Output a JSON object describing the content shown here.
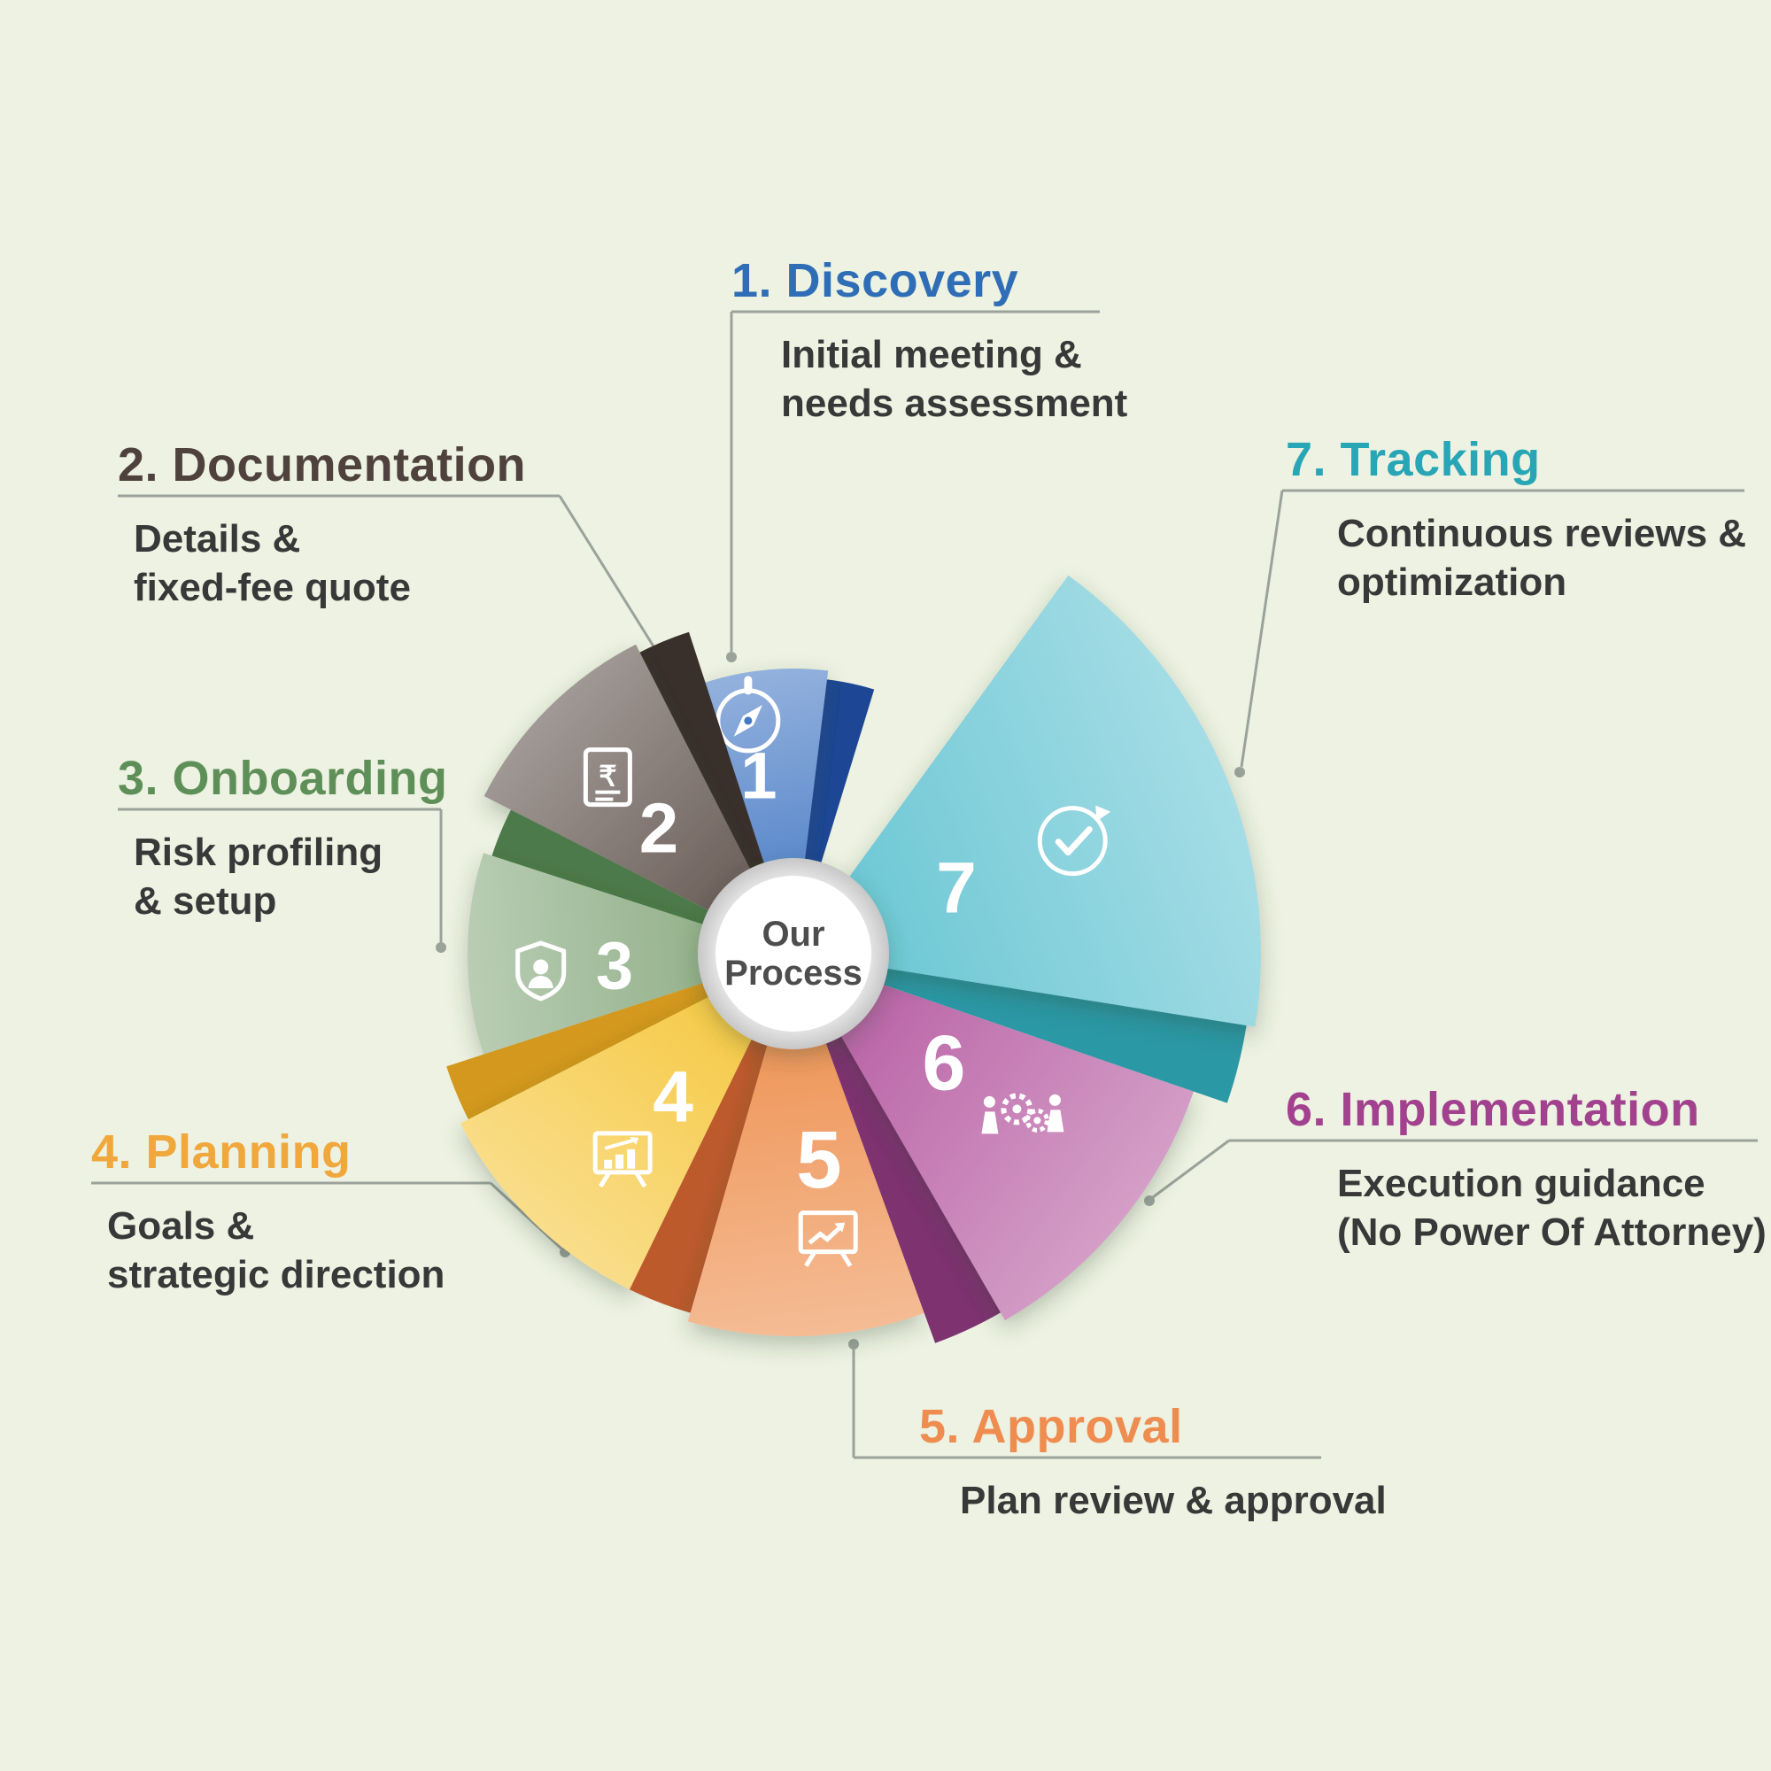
{
  "background_color": "#edf2e2",
  "connector_color": "#9aa29a",
  "center": {
    "line1": "Our",
    "line2": "Process",
    "text_color": "#4d4d4d"
  },
  "steps": [
    {
      "number": "1",
      "heading": "1. Discovery",
      "heading_color": "#2f6eb6",
      "description": "Initial meeting &\nneeds assessment",
      "petal_color": "#4479c4",
      "fold_color": "#1d4795",
      "icon": "compass-icon"
    },
    {
      "number": "2",
      "heading": "2. Documentation",
      "heading_color": "#4f423d",
      "description": "Details &\nfixed-fee quote",
      "petal_color": "#5d4f49",
      "fold_color": "#3a302b",
      "icon": "rupee-invoice-icon"
    },
    {
      "number": "3",
      "heading": "3. Onboarding",
      "heading_color": "#5f8f58",
      "description": "Risk profiling\n& setup",
      "petal_color": "#87a87d",
      "fold_color": "#4d7a4a",
      "icon": "shield-user-icon"
    },
    {
      "number": "4",
      "heading": "4. Planning",
      "heading_color": "#f0a73b",
      "description": "Goals &\nstrategic direction",
      "petal_color": "#f5c535",
      "fold_color": "#d3981d",
      "icon": "growth-chart-icon"
    },
    {
      "number": "5",
      "heading": "5. Approval",
      "heading_color": "#ef8c4f",
      "description": "Plan review & approval",
      "petal_color": "#ed8c49",
      "fold_color": "#bc5a2c",
      "icon": "plan-review-icon"
    },
    {
      "number": "6",
      "heading": "6. Implementation",
      "heading_color": "#a2418e",
      "description": "Execution guidance\n(No Power Of Attorney)",
      "petal_color": "#b4579f",
      "fold_color": "#7e3270",
      "icon": "execution-gears-icon"
    },
    {
      "number": "7",
      "heading": "7. Tracking",
      "heading_color": "#29a6b6",
      "description": "Continuous reviews &\noptimization",
      "petal_color": "#63c4d2",
      "fold_color": "#2b98a5",
      "icon": "continuous-review-icon"
    }
  ]
}
